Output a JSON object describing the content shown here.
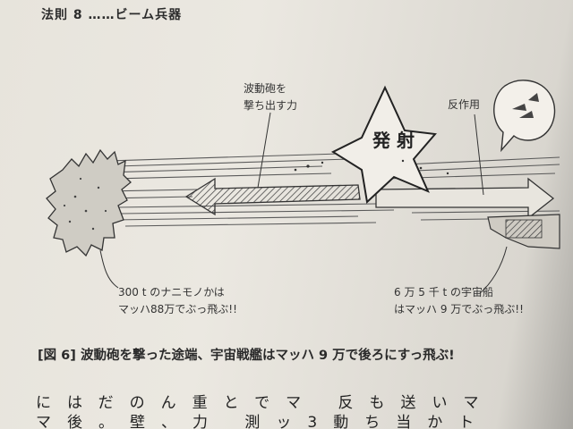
{
  "header": {
    "title": "法則 8 ……ビーム兵器"
  },
  "figure": {
    "beam_label": "波動砲を\n撃ち出す力",
    "reaction_label": "反作用",
    "burst_text": "発\n射",
    "target_label": "300 t のナニモノかは\nマッハ88万でぶっ飛ぶ!!",
    "ship_label": "6 万 5 千 t の宇宙船\nはマッハ 9 万でぶっ飛ぶ!!"
  },
  "caption": {
    "text": "[図 6] 波動砲を撃った途端、宇宙戦艦はマッハ 9 万で後ろにすっ飛ぶ!"
  },
  "body_text": {
    "row1": "にはだのん重とでマ 反も送いマ",
    "row2": "マ後。壁、力 測ッ3動ち当かト"
  }
}
